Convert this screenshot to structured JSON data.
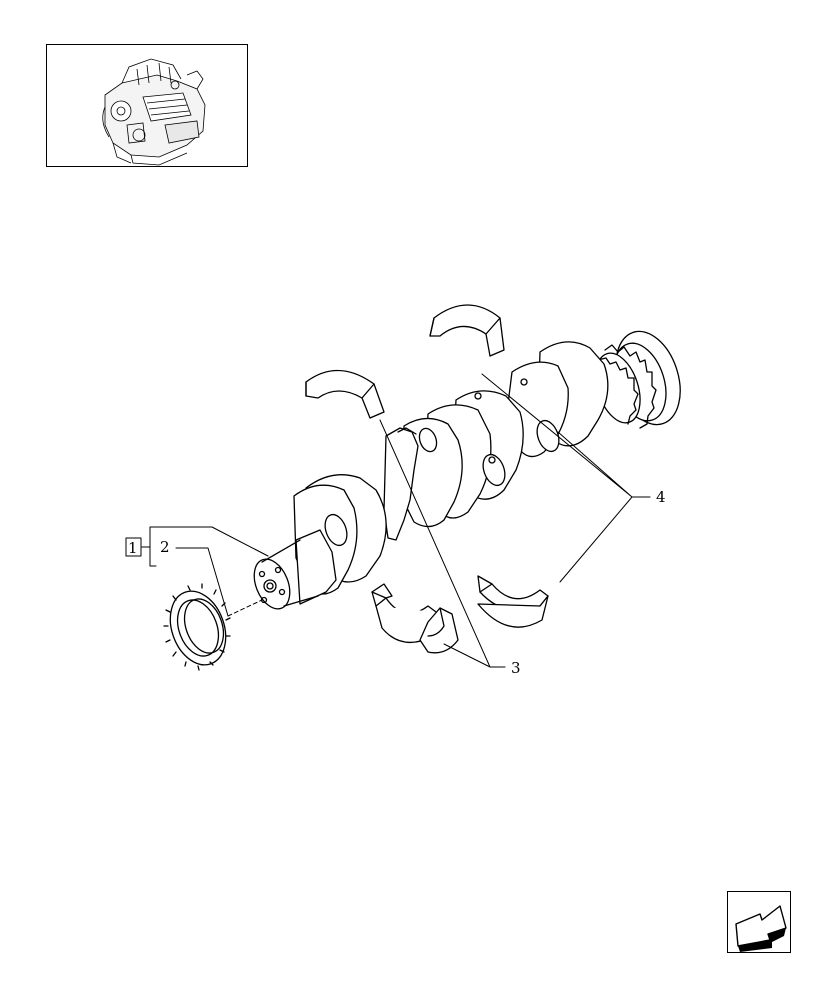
{
  "thumbnail": {
    "icon": "engine-assembly-icon"
  },
  "callouts": {
    "group": "1",
    "gear": "2",
    "main_bearings_lower": "3",
    "main_bearings_upper": "4"
  },
  "navigation": {
    "icon": "next-page-arrow-icon"
  }
}
